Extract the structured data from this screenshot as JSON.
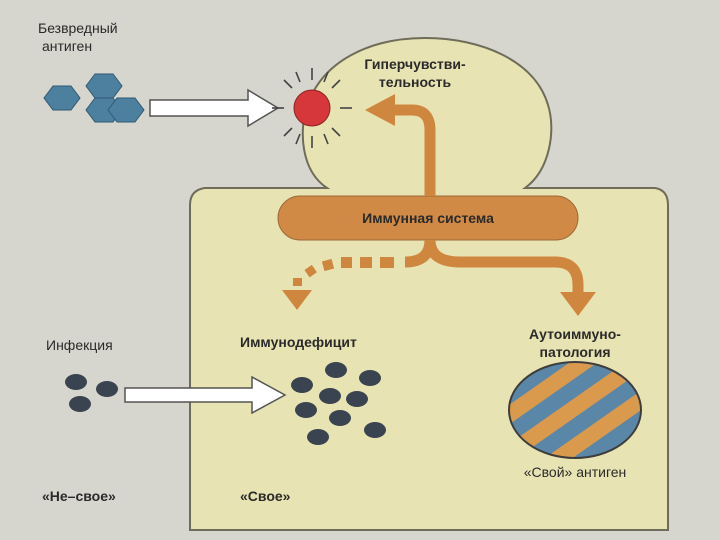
{
  "labels": {
    "harmless_antigen_line1": "Безвредный",
    "harmless_antigen_line2": "антиген",
    "hypersensitivity_line1": "Гиперчувстви-",
    "hypersensitivity_line2": "тельность",
    "immune_system": "Иммунная система",
    "infection": "Инфекция",
    "immunodeficiency": "Иммунодефицит",
    "autoimmune_line1": "Аутоиммуно-",
    "autoimmune_line2": "патология",
    "self_antigen": "«Свой» антиген",
    "non_self": "«Не–свое»",
    "self": "«Свое»"
  },
  "colors": {
    "background": "#d6d5ce",
    "body": "#e7e3b2",
    "body_stroke": "#6f6c5a",
    "immune_bar": "#d08a45",
    "arrow_orange": "#cf8740",
    "hexagon": "#4d7f9f",
    "dot": "#3a4450",
    "sun_core": "#d6373a",
    "stripe_blue": "#5a86a8",
    "stripe_orange": "#d99a4d",
    "white_arrow": "#ffffff"
  },
  "icons": {
    "harmless_antigen": "hexagon-cluster-icon",
    "allergen_reaction": "burst-icon",
    "infection": "pathogen-dots-icon",
    "self_antigen": "striped-cell-icon"
  }
}
